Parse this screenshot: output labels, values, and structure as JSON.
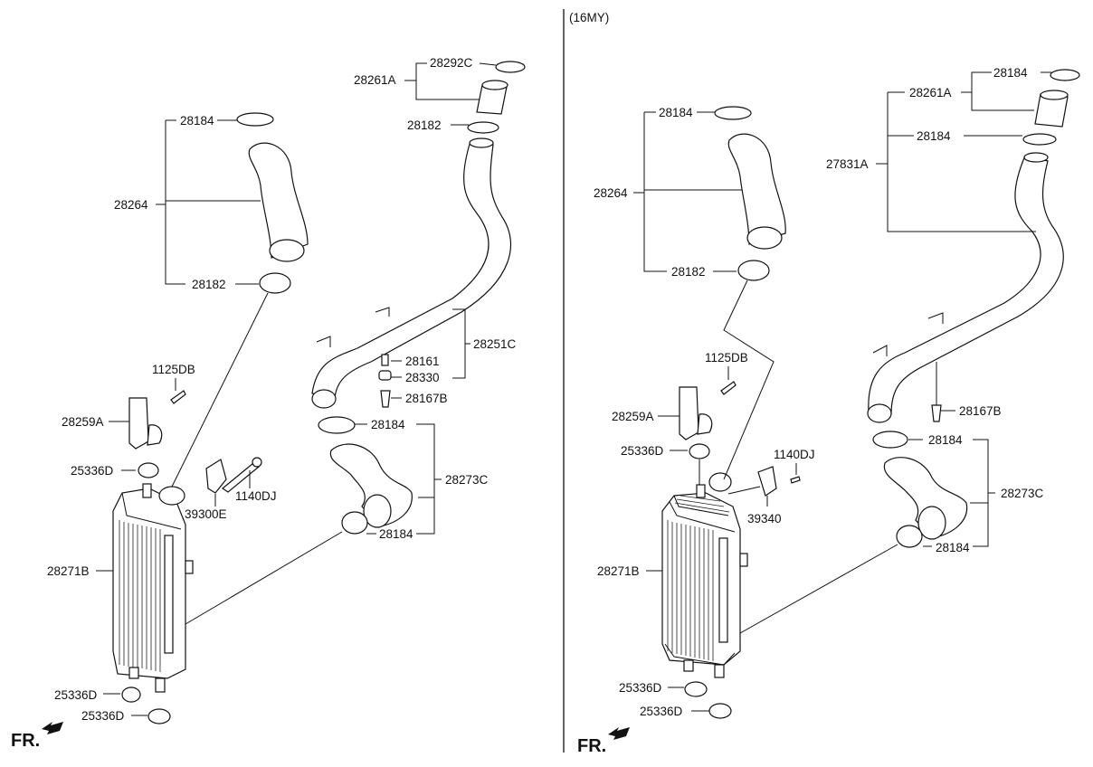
{
  "variant_label": "(16MY)",
  "front_marker": "FR.",
  "left": {
    "labels": {
      "l28292C": "28292C",
      "l28261A": "28261A",
      "l28182a": "28182",
      "l28184a": "28184",
      "l28264": "28264",
      "l28182b": "28182",
      "l28251C": "28251C",
      "l28161": "28161",
      "l28330": "28330",
      "l28167B": "28167B",
      "l1125DB": "1125DB",
      "l28259A": "28259A",
      "l28184b": "28184",
      "l28273C": "28273C",
      "l28184c": "28184",
      "l25336Da": "25336D",
      "l1140DJ": "1140DJ",
      "l39300E": "39300E",
      "l28271B": "28271B",
      "l25336Db": "25336D",
      "l25336Dc": "25336D"
    }
  },
  "right": {
    "labels": {
      "l28184a": "28184",
      "l28261A": "28261A",
      "l28184b": "28184",
      "l28264": "28264",
      "l27831A": "27831A",
      "l28184c": "28184",
      "l28182": "28182",
      "l1125DB": "1125DB",
      "l28259A": "28259A",
      "l28167B": "28167B",
      "l25336Da": "25336D",
      "l1140DJ": "1140DJ",
      "l28184d": "28184",
      "l28273C": "28273C",
      "l39340": "39340",
      "l28184e": "28184",
      "l28271B": "28271B",
      "l25336Db": "25336D",
      "l25336Dc": "25336D"
    }
  }
}
